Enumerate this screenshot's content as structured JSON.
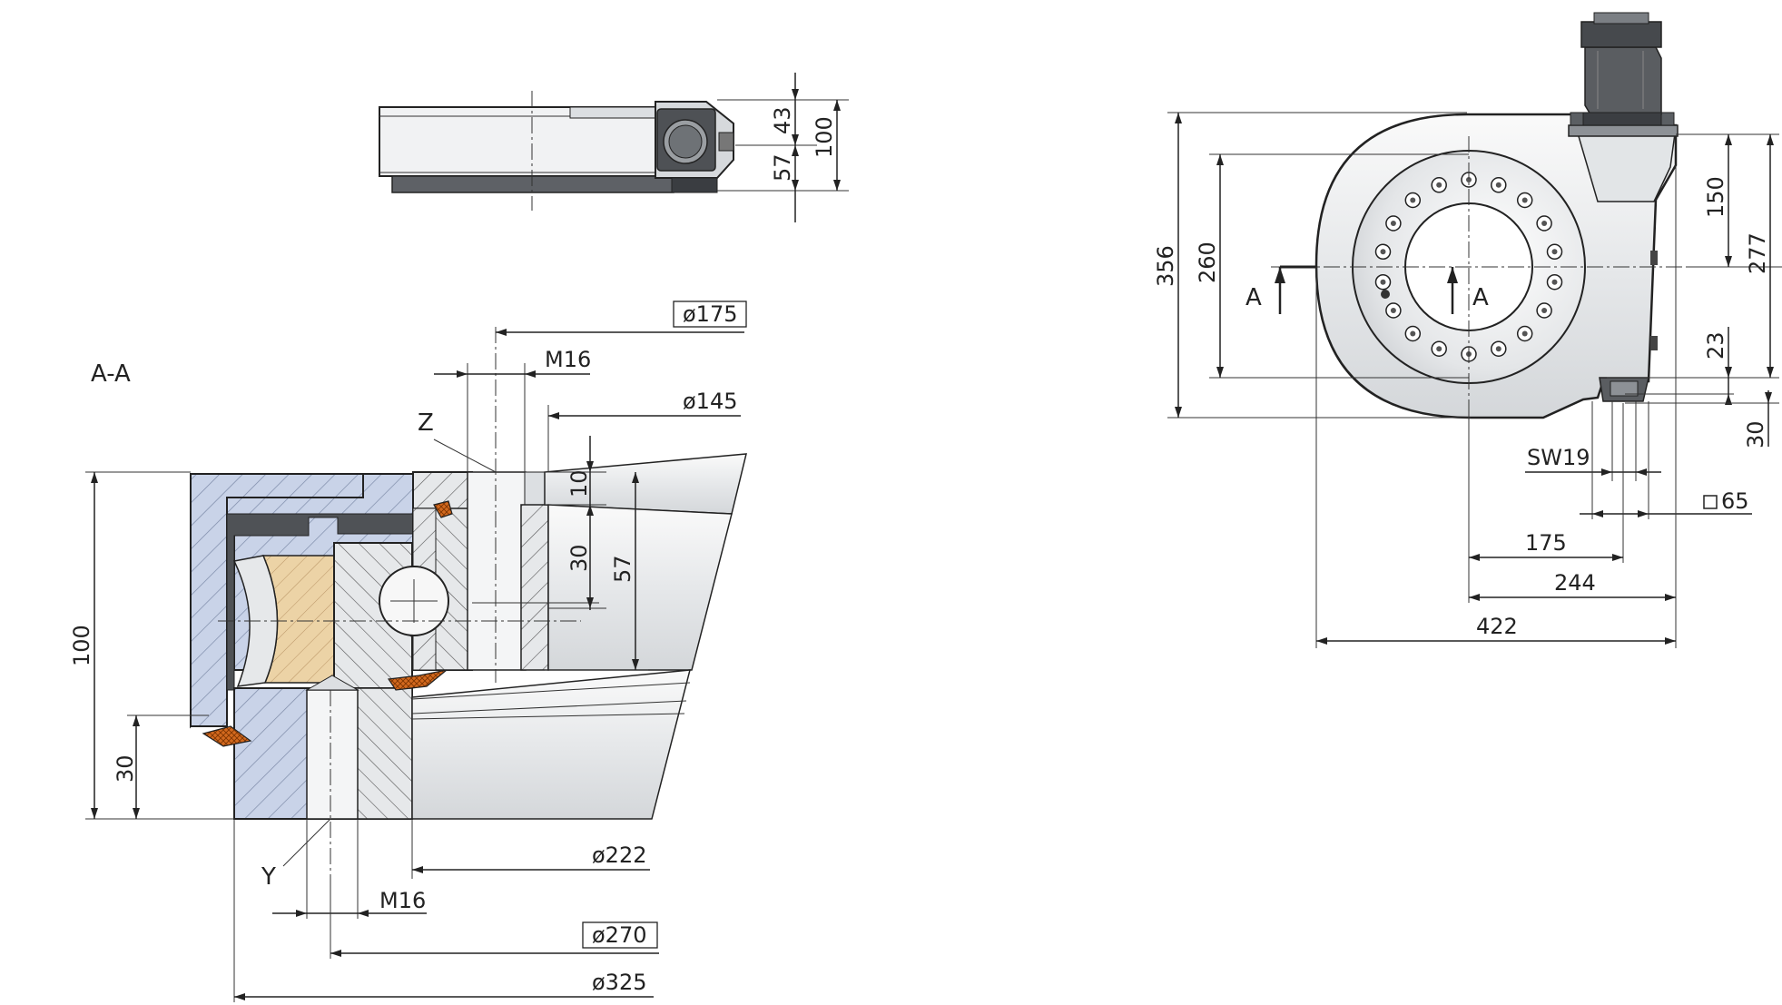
{
  "section_label": "A-A",
  "top_view": {
    "dim_43": "43",
    "dim_57": "57",
    "dim_100": "100"
  },
  "section": {
    "phi175": "ø175",
    "m16_top": "M16",
    "phi145": "ø145",
    "z": "Z",
    "dim_10": "10",
    "dim_30_inner": "30",
    "dim_57": "57",
    "dim_100": "100",
    "dim_30_left": "30",
    "y": "Y",
    "phi222": "ø222",
    "m16_bottom": "M16",
    "phi270": "ø270",
    "phi325": "ø325"
  },
  "front_view": {
    "dim_356": "356",
    "dim_260": "260",
    "cut_a_left": "A",
    "cut_a_right": "A",
    "dim_150": "150",
    "dim_277": "277",
    "dim_23": "23",
    "dim_30": "30",
    "sw19": "SW19",
    "sq65": "65",
    "dim_175": "175",
    "dim_244": "244",
    "dim_422": "422"
  },
  "colors": {
    "housing_blue": "#c9d3e8",
    "spacer_tan": "#ecd3a6",
    "seal_orange": "#d2691e",
    "body_grey": "#eceeef",
    "motor_dark": "#5a5d61"
  }
}
